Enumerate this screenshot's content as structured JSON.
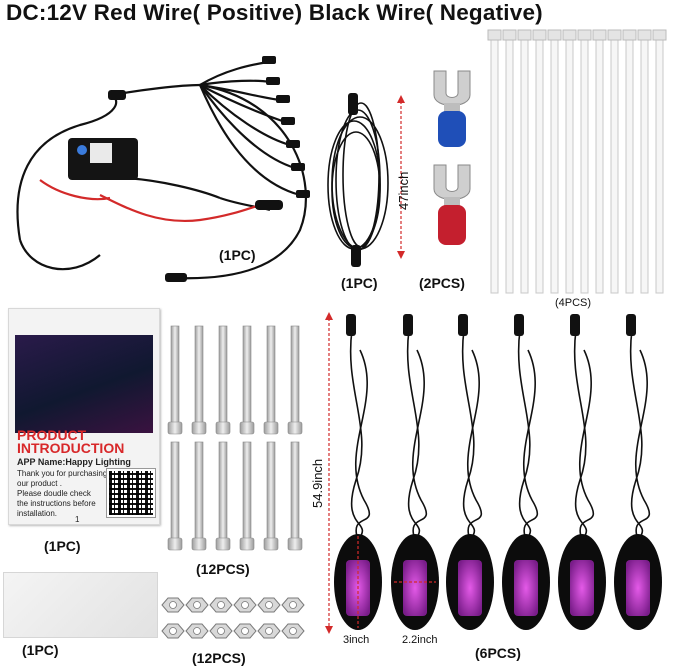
{
  "header": {
    "title": "DC:12V Red Wire( Positive) Black Wire( Negative)"
  },
  "labels": {
    "controller_qty": "(1PC)",
    "extension_qty": "(1PC)",
    "terminals_qty": "(2PCS)",
    "zip_ties_qty": "(4PCS)",
    "manual_qty": "(1PC)",
    "screws_qty": "(12PCS)",
    "nuts_qty": "(12PCS)",
    "film_qty": "(1PC)",
    "pods_qty": "(6PCS)"
  },
  "dimensions": {
    "extension_length": "47inch",
    "pod_cable_length": "54.9inch",
    "pod_length": "3inch",
    "pod_width": "2.2inch"
  },
  "manual": {
    "heading_1": "PRODUCT",
    "heading_2": "INTRODUCTION",
    "app_name": "APP Name:Happy Lighting",
    "line_1": "Thank you for purchasing",
    "line_2": "our product .",
    "line_3": "Please doudle check",
    "line_4": "the instructions before",
    "line_5": "installation.",
    "page": "1"
  },
  "colors": {
    "wire_red": "#d32a2a",
    "wire_black": "#111111",
    "terminal_blue": "#1f4fb8",
    "terminal_red": "#c41f2e",
    "pod_glow": "#c23ad0",
    "steel": "#c9c9c9"
  }
}
